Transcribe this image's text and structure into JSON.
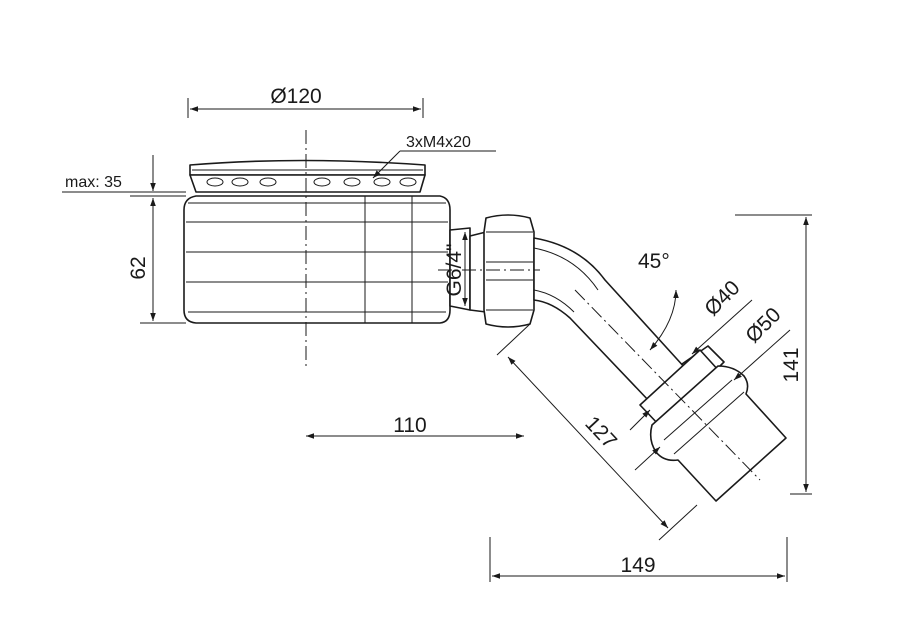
{
  "drawing": {
    "dimensions": {
      "diameter_top": "Ø120",
      "screws": "3xM4x20",
      "max_height": "max: 35",
      "body_height": "62",
      "thread": "G6/4\"",
      "angle": "45°",
      "outlet_inner": "Ø40",
      "outlet_outer": "Ø50",
      "total_height": "141",
      "pipe_length": "127",
      "center_offset": "110",
      "total_width": "149"
    }
  }
}
